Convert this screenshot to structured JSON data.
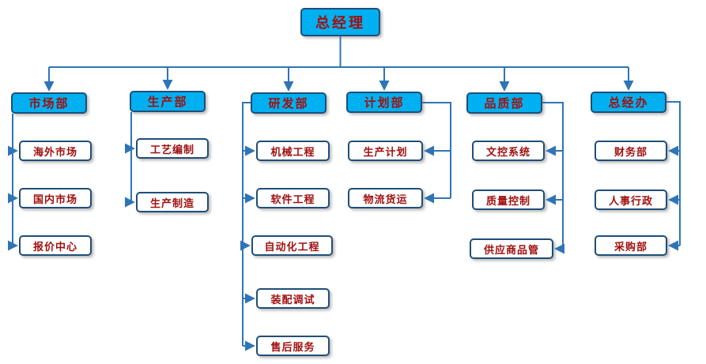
{
  "org_chart": {
    "root": {
      "label": "总经理"
    },
    "departments": [
      {
        "label": "市场部",
        "children": [
          "海外市场",
          "国内市场",
          "报价中心"
        ]
      },
      {
        "label": "生产部",
        "children": [
          "工艺编制",
          "生产制造"
        ]
      },
      {
        "label": "研发部",
        "children": [
          "机械工程",
          "软件工程",
          "自动化工程",
          "装配调试",
          "售后服务"
        ]
      },
      {
        "label": "计划部",
        "children": [
          "生产计划",
          "物流货运"
        ]
      },
      {
        "label": "品质部",
        "children": [
          "文控系统",
          "质量控制",
          "供应商品管"
        ]
      },
      {
        "label": "总经办",
        "children": [
          "财务部",
          "人事行政",
          "采购部"
        ]
      }
    ],
    "colors": {
      "node_fill": "#00B0F0",
      "node_border": "#1F4E79",
      "child_fill": "#FFFFFF",
      "text": "#A01010",
      "line": "#2E75B6",
      "background": "#FFFFFF"
    }
  }
}
